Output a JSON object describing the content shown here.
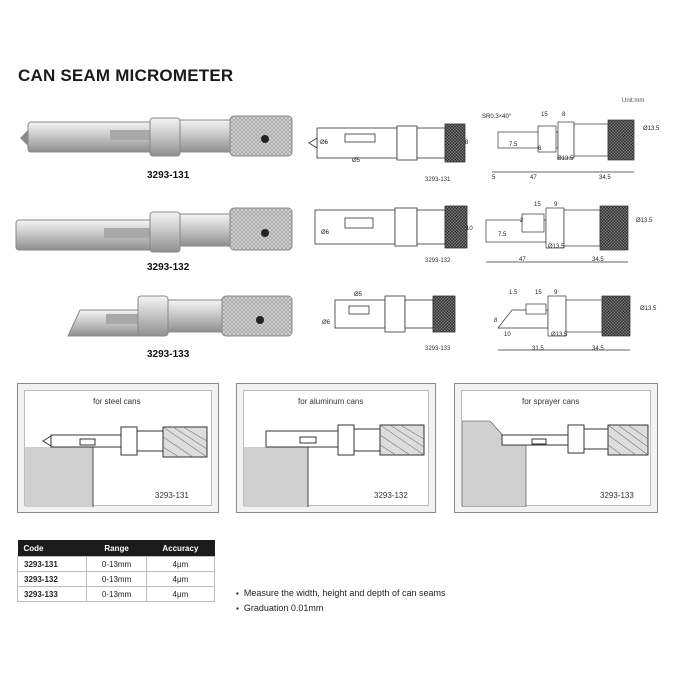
{
  "title": "CAN SEAM MICROMETER",
  "unit_label": "Unit:mm",
  "models": [
    {
      "code": "3293-131",
      "drawing_label": "3293-131",
      "dims": [
        "SR0.3×40°",
        "15",
        "8",
        "8",
        "7.5",
        "6",
        "Ø13.5",
        "5",
        "47",
        "34.5",
        "Ø13.5",
        "Ø6",
        "Ø5"
      ]
    },
    {
      "code": "3293-132",
      "drawing_label": "3293-132",
      "dims": [
        "15",
        "9",
        "10",
        "7.5",
        "2",
        "47",
        "34.5",
        "Ø13.5",
        "Ø13.5",
        "Ø6"
      ]
    },
    {
      "code": "3293-133",
      "drawing_label": "3293-133",
      "dims": [
        "1.5",
        "15",
        "9",
        "8",
        "10",
        "31.5",
        "34.5",
        "Ø13.5",
        "Ø13.5",
        "Ø5",
        "Ø6"
      ]
    }
  ],
  "panels": [
    {
      "caption": "for steel cans",
      "code": "3293-131"
    },
    {
      "caption": "for aluminum cans",
      "code": "3293-132"
    },
    {
      "caption": "for sprayer cans",
      "code": "3293-133"
    }
  ],
  "table": {
    "headers": [
      "Code",
      "Range",
      "Accuracy"
    ],
    "rows": [
      [
        "3293-131",
        "0-13mm",
        "4μm"
      ],
      [
        "3293-132",
        "0-13mm",
        "4μm"
      ],
      [
        "3293-133",
        "0-13mm",
        "4μm"
      ]
    ]
  },
  "features": [
    "Measure the width, height and depth of can seams",
    "Graduation 0.01mm"
  ]
}
